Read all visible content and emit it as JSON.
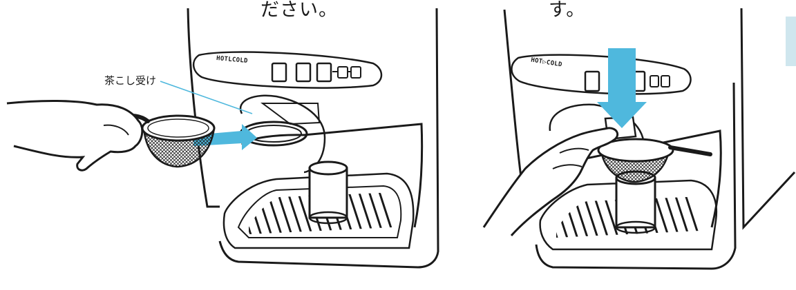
{
  "captions": {
    "left": "ださい。",
    "right": "す。"
  },
  "callout": {
    "label": "茶こし受け"
  },
  "panel_labels": {
    "left": "HOTLCOLD",
    "right": "HOT▷COLD"
  },
  "colors": {
    "accent_blue": "#4fb8dd",
    "ink": "#1a1a1a",
    "tab": "#cfe6ee"
  }
}
